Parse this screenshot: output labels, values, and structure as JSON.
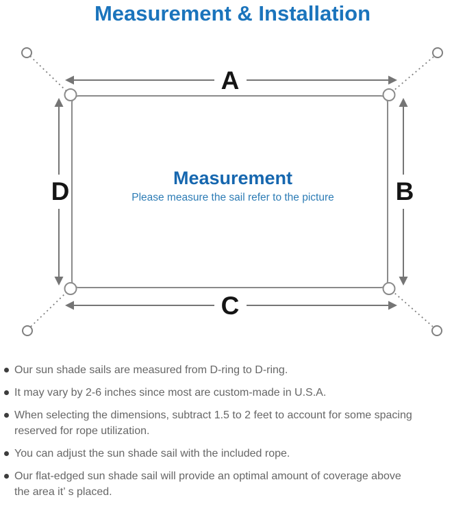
{
  "title": "Measurement & Installation",
  "diagram": {
    "labels": {
      "top": "A",
      "right": "B",
      "bottom": "C",
      "left": "D"
    },
    "center_title": "Measurement",
    "center_subtitle": "Please measure the sail refer to the picture",
    "colors": {
      "title_blue": "#1b74bc",
      "center_title_blue": "#1667af",
      "center_subtitle_blue": "#2d7cb5",
      "sail_outline_gray": "#8a8a8a",
      "arrow_gray": "#757575",
      "label_black": "#151515",
      "note_text_gray": "#666666"
    }
  },
  "notes": {
    "items": [
      {
        "text": "Our sun shade sails are measured from D-ring to D-ring."
      },
      {
        "text": "It may vary by 2-6 inches since most are custom-made in U.S.A."
      },
      {
        "text": "When selecting the dimensions, subtract 1.5 to 2 feet to account for some spacing\nreserved for rope utilization."
      },
      {
        "text": "You can adjust the sun shade sail with the included rope."
      },
      {
        "text": "Our flat-edged sun shade sail will provide an optimal amount of coverage above\nthe area it’ s placed."
      }
    ]
  }
}
